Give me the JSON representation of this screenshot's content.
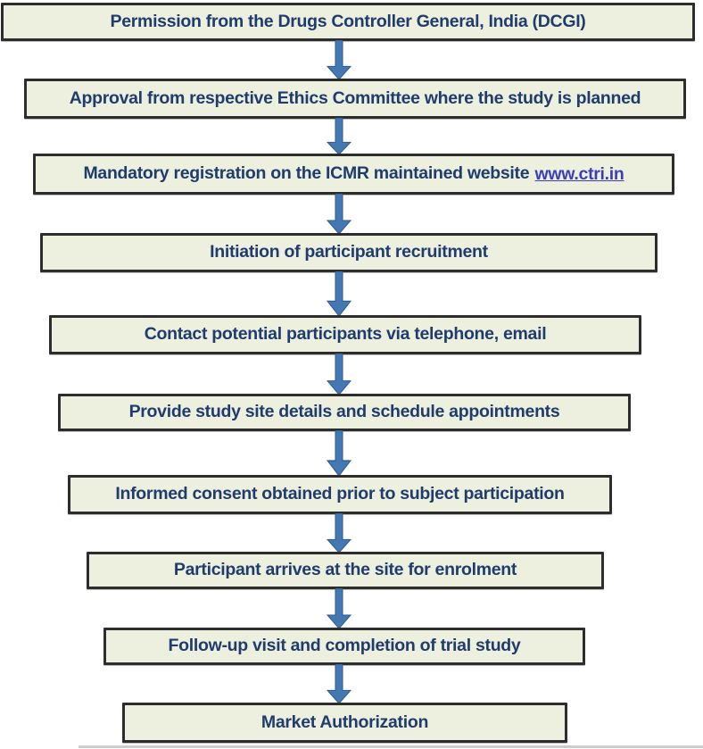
{
  "figure": {
    "type": "flowchart",
    "direction": "top-to-bottom"
  },
  "colors": {
    "box_fill": "#eef0df",
    "box_border": "#2d2d2d",
    "text": "#1f3c6d",
    "link": "#3a3fb8",
    "arrow_fill": "#4478b2",
    "arrow_outline": "#2f5a8c"
  },
  "steps": [
    {
      "text": "Permission from the Drugs Controller General, India (DCGI)"
    },
    {
      "text": "Approval from respective Ethics Committee where the study is planned"
    },
    {
      "text_before_link": "Mandatory registration on the ICMR maintained website",
      "link_text": "www.ctri.in"
    },
    {
      "text": "Initiation of participant recruitment"
    },
    {
      "text": "Contact potential participants via telephone, email"
    },
    {
      "text": "Provide study site details and schedule appointments"
    },
    {
      "text": "Informed consent obtained prior to subject participation"
    },
    {
      "text": "Participant arrives at the site for enrolment"
    },
    {
      "text": "Follow-up visit and completion of trial study"
    },
    {
      "text": "Market Authorization"
    }
  ]
}
